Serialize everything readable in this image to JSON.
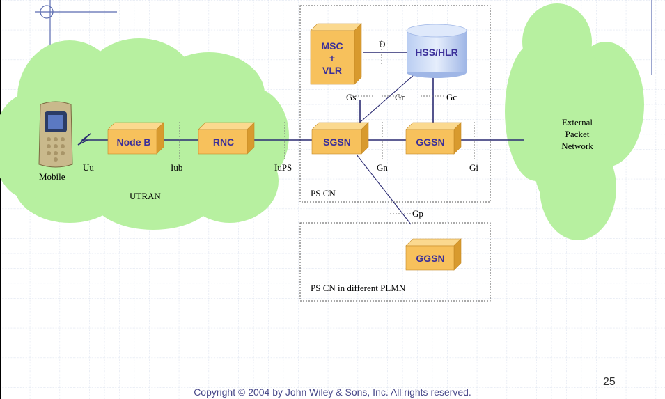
{
  "nodes": {
    "node_b": "Node B",
    "rnc": "RNC",
    "sgsn": "SGSN",
    "ggsn": "GGSN",
    "ggsn_remote": "GGSN",
    "msc_line1": "MSC",
    "msc_line2": "+",
    "msc_line3": "VLR",
    "hss": "HSS/HLR"
  },
  "labels": {
    "mobile": "Mobile",
    "utran": "UTRAN",
    "external_1": "External",
    "external_2": "Packet",
    "external_3": "Network",
    "ps_cn": "PS CN",
    "ps_cn_other": "PS CN in different PLMN"
  },
  "interfaces": {
    "uu": "Uu",
    "iub": "Iub",
    "iups": "IuPS",
    "gn": "Gn",
    "gi": "Gi",
    "gs": "Gs",
    "gr": "Gr",
    "gc": "Gc",
    "d": "D",
    "gp": "Gp"
  },
  "footer": {
    "copyright": "Copyright © 2004 by John Wiley & Sons, Inc. All rights reserved.",
    "page_number": "25"
  },
  "colors": {
    "cloud": "#b7f0a0",
    "box_front": "#f7c15c",
    "box_top": "#fbd98f",
    "box_side": "#d89a2e",
    "box_text": "#3b2f99",
    "link": "#2a2a72",
    "hss_body": "#c9d8f5"
  }
}
